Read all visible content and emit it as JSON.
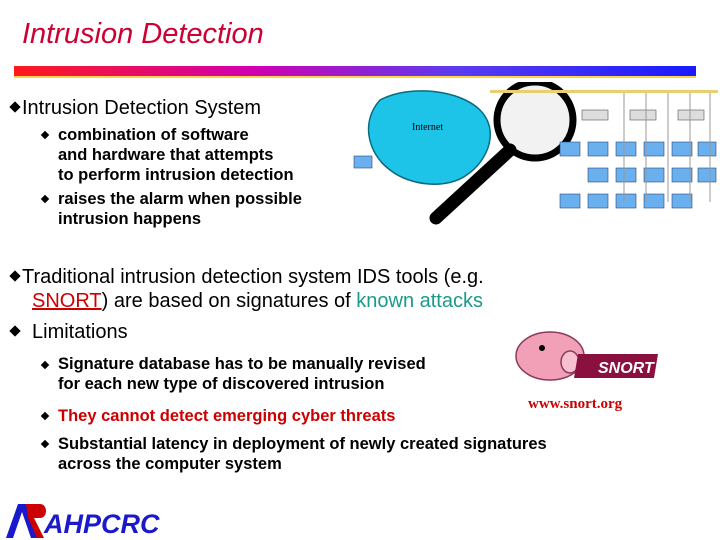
{
  "slide": {
    "title": "Intrusion Detection",
    "ids": {
      "heading": "Intrusion Detection System",
      "sub1_lines": [
        "combination of software",
        "and hardware that attempts",
        "to perform intrusion detection"
      ],
      "sub2_lines": [
        "raises the alarm when possible",
        "intrusion happens"
      ]
    },
    "traditional": {
      "line1": "Traditional intrusion detection system IDS tools (e.g.",
      "snort": "SNORT",
      "mid": ") are based on signatures of ",
      "known": "known attacks"
    },
    "limitations": {
      "heading": "Limitations",
      "item1_lines": [
        "Signature database has to be manually revised",
        "for each new type of discovered intrusion"
      ],
      "item2": "They cannot detect emerging cyber threats",
      "item3_lines": [
        "Substantial latency in deployment of newly created signatures",
        "across the computer system"
      ]
    },
    "figure": {
      "cloud_label": "Internet"
    },
    "snort_logo": {
      "text": "SNORT",
      "url": "www.snort.org"
    },
    "footer_logo": {
      "text": "AHPCRC"
    }
  },
  "colors": {
    "title": "#cc0033",
    "link": "#cc0000",
    "known": "#1a9a8a",
    "logo_blue": "#1a1acc"
  }
}
